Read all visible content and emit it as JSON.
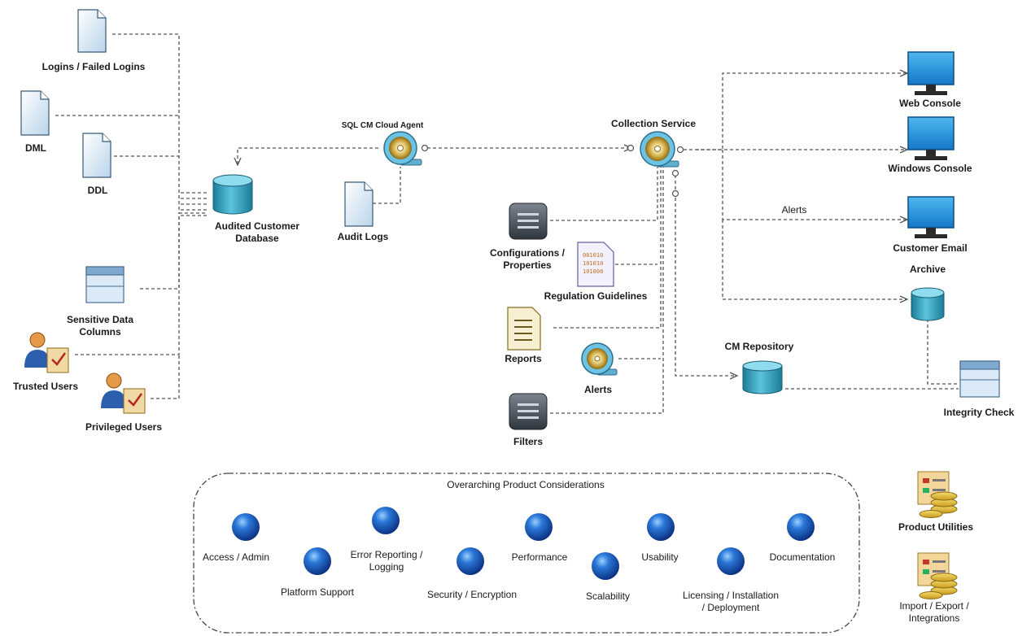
{
  "sources": {
    "logins": "Logins / Failed Logins",
    "dml": "DML",
    "ddl": "DDL",
    "sensitive": "Sensitive Data\nColumns",
    "trusted": "Trusted Users",
    "privileged": "Privileged Users"
  },
  "audited_db": "Audited Customer\nDatabase",
  "cloud_agent": "SQL CM Cloud Agent",
  "audit_logs": "Audit Logs",
  "collection_service": "Collection Service",
  "inputs": {
    "config": "Configurations /\nProperties",
    "regulation": "Regulation Guidelines",
    "reports": "Reports",
    "alerts": "Alerts",
    "filters": "Filters"
  },
  "outputs": {
    "web_console": "Web Console",
    "windows_console": "Windows Console",
    "alerts_edge": "Alerts",
    "customer_email": "Customer Email",
    "archive": "Archive",
    "cm_repository": "CM Repository",
    "integrity_check": "Integrity Check"
  },
  "considerations": {
    "title": "Overarching Product Considerations",
    "items": [
      "Access / Admin",
      "Platform Support",
      "Error Reporting /\nLogging",
      "Security / Encryption",
      "Performance",
      "Scalability",
      "Usability",
      "Licensing / Installation\n/ Deployment",
      "Documentation"
    ]
  },
  "utilities": {
    "product_utilities": "Product Utilities",
    "import_export": "Import / Export /\nIntegrations"
  },
  "colors": {
    "monitor_blue": "#1e8fd6",
    "db_teal": "#3aa6c2",
    "sphere_blue": "#1a5fbf",
    "line": "#555555"
  }
}
